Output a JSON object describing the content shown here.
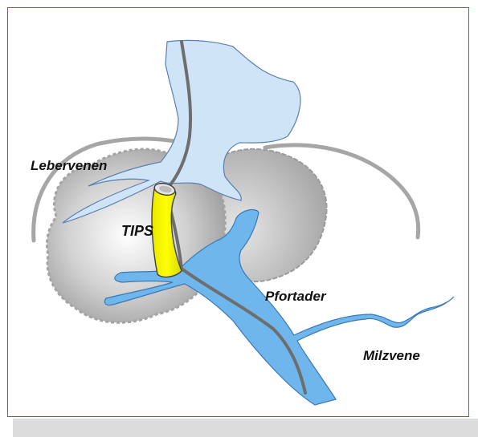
{
  "labels": {
    "lebervenen": "Lebervenen",
    "tips": "TIPS",
    "pfortader": "Pfortader",
    "milzvene": "Milzvene"
  },
  "colors": {
    "frame_border": "#d43a3a",
    "vein_fill": "#cfe4f7",
    "vein_stroke": "#5b7fb0",
    "portal_fill": "#6fb6ec",
    "portal_stroke": "#3a78b8",
    "liver_outline": "#a8a8a8",
    "stent_fill": "#ffff00",
    "wire": "#6e6e6e"
  }
}
